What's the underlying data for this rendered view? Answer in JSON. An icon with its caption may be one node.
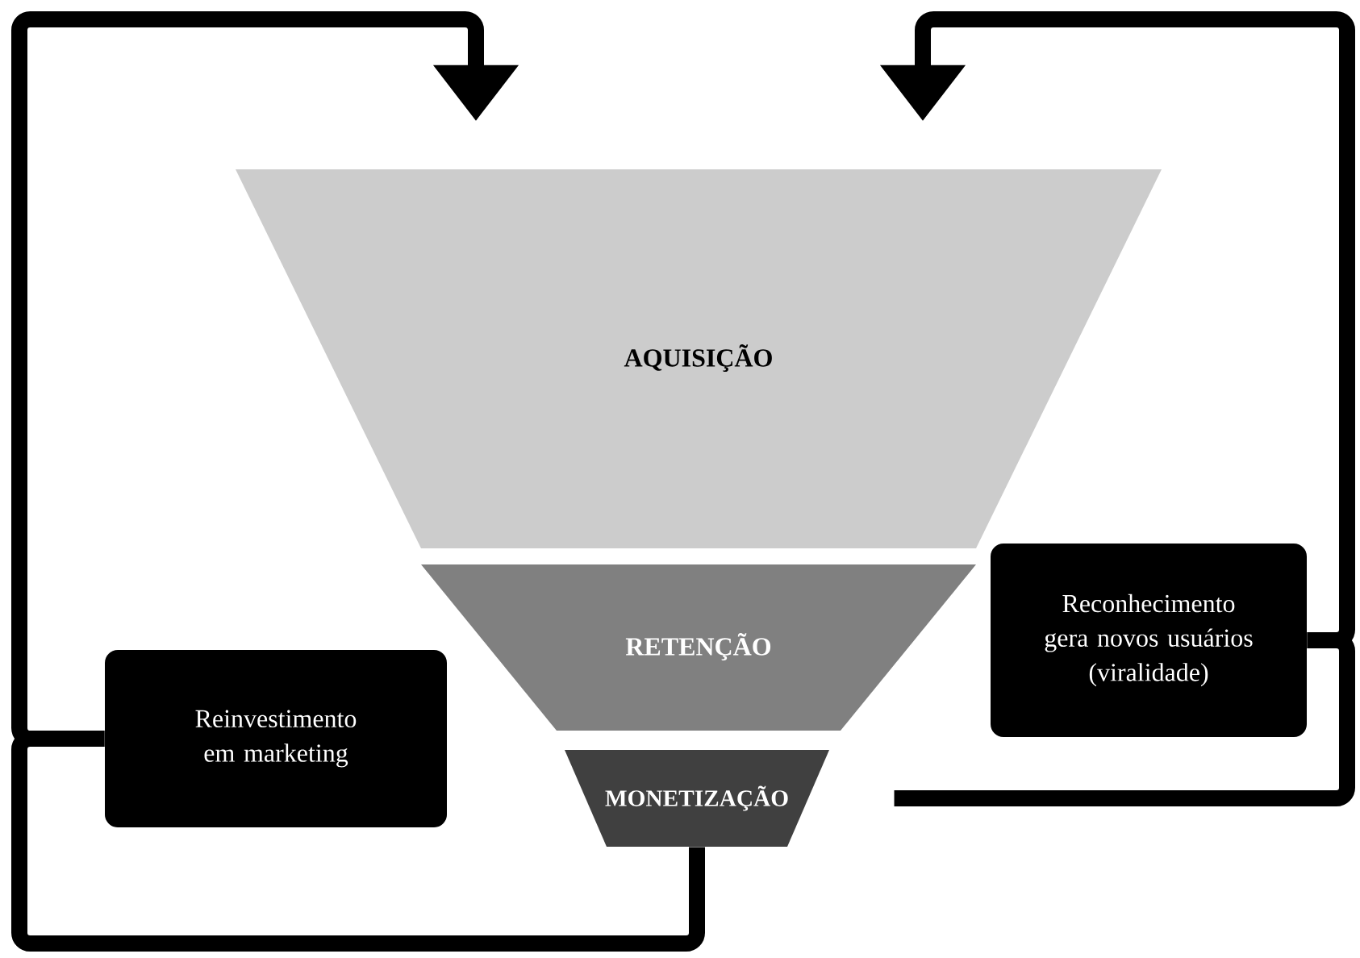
{
  "diagram": {
    "nodes": [
      {
        "text": [
          "AQUISIÇÃO"
        ]
      },
      {
        "text": [
          "RETENÇÃO"
        ]
      },
      {
        "text": [
          "MONETIZAÇÃO"
        ]
      },
      {
        "text": [
          "Reinvestimento em marketing"
        ]
      },
      {
        "text": [
          "Reconhecimento gera novos usuários (viralidade)"
        ]
      }
    ],
    "edges": [
      {
        "from": 2,
        "to": 3,
        "arrow": "none"
      },
      {
        "from": 3,
        "to": 0,
        "arrow": "to"
      },
      {
        "from": 2,
        "to": 4,
        "arrow": "none"
      },
      {
        "from": 4,
        "to": 0,
        "arrow": "to"
      }
    ]
  }
}
